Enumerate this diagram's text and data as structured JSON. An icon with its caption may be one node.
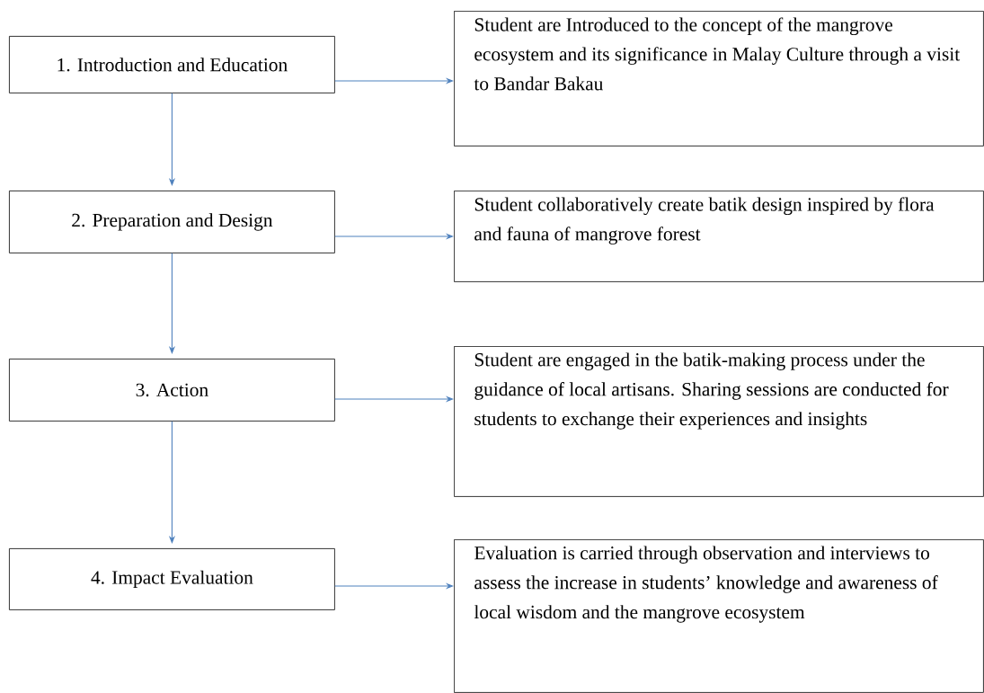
{
  "diagram": {
    "nodes": [
      {
        "text": [
          "1. Introduction and Education"
        ]
      },
      {
        "text": [
          "Student are Introduced to the concept of the mangrove ecosystem and its significance in Malay Culture through a visit to Bandar Bakau"
        ]
      },
      {
        "text": [
          "2. Preparation and Design"
        ]
      },
      {
        "text": [
          "Student collaboratively create batik design inspired by flora and fauna of mangrove forest"
        ]
      },
      {
        "text": [
          "3. Action"
        ]
      },
      {
        "text": [
          "Student are engaged in the batik-making process under the guidance of local artisans. Sharing sessions are conducted for students to exchange their experiences and insights"
        ]
      },
      {
        "text": [
          "4. Impact Evaluation"
        ]
      },
      {
        "text": [
          "Evaluation is carried through observation and interviews to assess the increase in students’ knowledge and awareness of local wisdom and the mangrove ecosystem"
        ]
      }
    ],
    "edges": [
      {
        "from": 0,
        "to": 1,
        "arrow": "to"
      },
      {
        "from": 0,
        "to": 2,
        "arrow": "to"
      },
      {
        "from": 2,
        "to": 3,
        "arrow": "to"
      },
      {
        "from": 2,
        "to": 4,
        "arrow": "to"
      },
      {
        "from": 4,
        "to": 5,
        "arrow": "to"
      },
      {
        "from": 4,
        "to": 6,
        "arrow": "to"
      },
      {
        "from": 6,
        "to": 7,
        "arrow": "to"
      }
    ]
  }
}
